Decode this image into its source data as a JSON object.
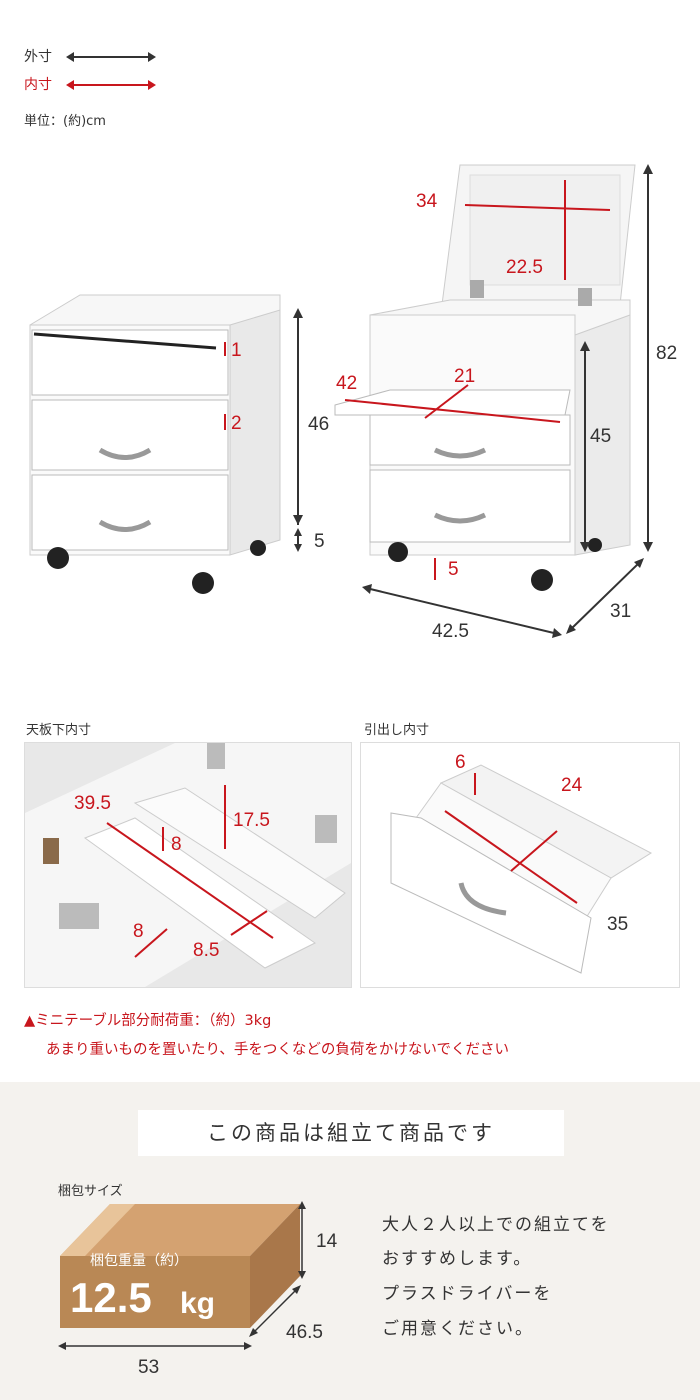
{
  "legend": {
    "outer_label": "外寸",
    "inner_label": "内寸",
    "unit_label": "単位：(約)cm",
    "outer_color": "#333333",
    "inner_color": "#c8161d"
  },
  "cabinet_closed": {
    "dims": {
      "top_gap": "1",
      "drawer_gap": "2",
      "body_height": "46",
      "caster_height": "5"
    }
  },
  "cabinet_open": {
    "dims": {
      "mirror_width": "34",
      "mirror_height": "22.5",
      "table_width": "42",
      "table_depth": "21",
      "body_height": "45",
      "total_height": "82",
      "caster_height": "5",
      "width": "42.5",
      "depth": "31"
    }
  },
  "top_inner": {
    "caption": "天板下内寸",
    "dims": {
      "length": "39.5",
      "divider": "8",
      "height": "17.5",
      "front_depth": "8",
      "back_depth": "8.5"
    }
  },
  "drawer_inner": {
    "caption": "引出し内寸",
    "dims": {
      "height": "6",
      "width": "24",
      "depth": "35"
    }
  },
  "notice": {
    "line1": "▲ミニテーブル部分耐荷重：（約）3kg",
    "line2": "あまり重いものを置いたり、手をつくなどの負荷をかけないでください"
  },
  "assembly": {
    "banner": "この商品は組立て商品です",
    "package_label": "梱包サイズ",
    "weight_label": "梱包重量（約）",
    "weight_value": "12.5",
    "weight_unit": "kg",
    "box_dims": {
      "height": "14",
      "depth": "46.5",
      "width": "53"
    },
    "advice": [
      "大人２人以上での組立てを",
      "おすすめします。",
      "プラスドライバーを",
      "ご用意ください。"
    ]
  }
}
